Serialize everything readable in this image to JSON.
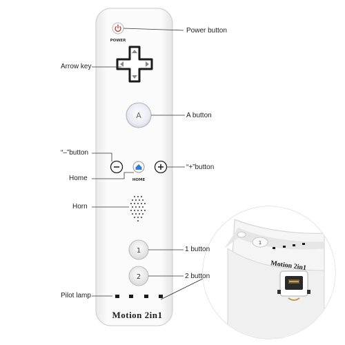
{
  "remote": {
    "power_label": "POWER",
    "a_label": "A",
    "home_label": "HOME",
    "btn1_label": "1",
    "btn2_label": "2",
    "brand": "Motion 2in1",
    "colors": {
      "body": "#f6f6f6",
      "outline": "#d5d5d5",
      "power_red": "#c0392b",
      "home_blue": "#2f7fd1",
      "dark": "#1b1b1b"
    }
  },
  "callouts": {
    "power_button": "Power button",
    "arrow_key": "Arrow key",
    "a_button": "A button",
    "minus_button": "“–”button",
    "plus_button": "“+”button",
    "home": "Home",
    "horn": "Horn",
    "button_1": "1 button",
    "button_2": "2 button",
    "pilot_lamp": "Pilot lamp"
  },
  "inset": {
    "brand": "Motion 2in1",
    "btn1_label": "1"
  }
}
